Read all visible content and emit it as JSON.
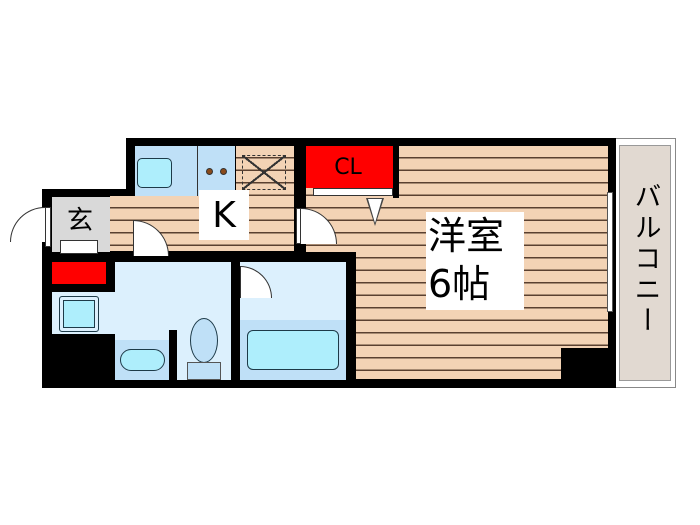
{
  "floorplan": {
    "rooms": {
      "western_room": {
        "label_line1": "洋室",
        "label_line2": "6帖"
      },
      "kitchen": {
        "label": "K"
      },
      "closet": {
        "label": "CL"
      },
      "entrance": {
        "label": "玄"
      },
      "balcony": {
        "label": "バルコニー"
      }
    },
    "colors": {
      "wall": "#000000",
      "wood_floor": "#f3d3b5",
      "wet_area": "#dcf0fd",
      "fixture": "#aeeefc",
      "closet_red": "#ff0000",
      "balcony": "#e1d9d1",
      "entrance_floor": "#d9d9d9"
    }
  }
}
